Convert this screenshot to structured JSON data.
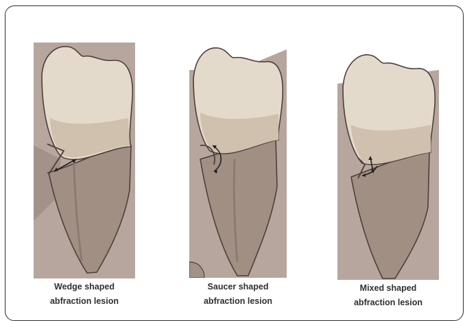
{
  "figure": {
    "panels": [
      {
        "caption_line1": "Wedge shaped",
        "caption_line2": "abfraction lesion"
      },
      {
        "caption_line1": "Saucer shaped",
        "caption_line2": "abfraction lesion"
      },
      {
        "caption_line1": "Mixed shaped",
        "caption_line2": "abfraction lesion"
      }
    ]
  },
  "colors": {
    "bone": "#b6a69d",
    "bone_dark": "#a39289",
    "crown": "#e4dacb",
    "crown_shadow": "#cfc1ae",
    "root": "#a28f84",
    "root_dark": "#8c7a70",
    "outline": "#4b3f3a",
    "arrow": "#1f1f1f"
  }
}
